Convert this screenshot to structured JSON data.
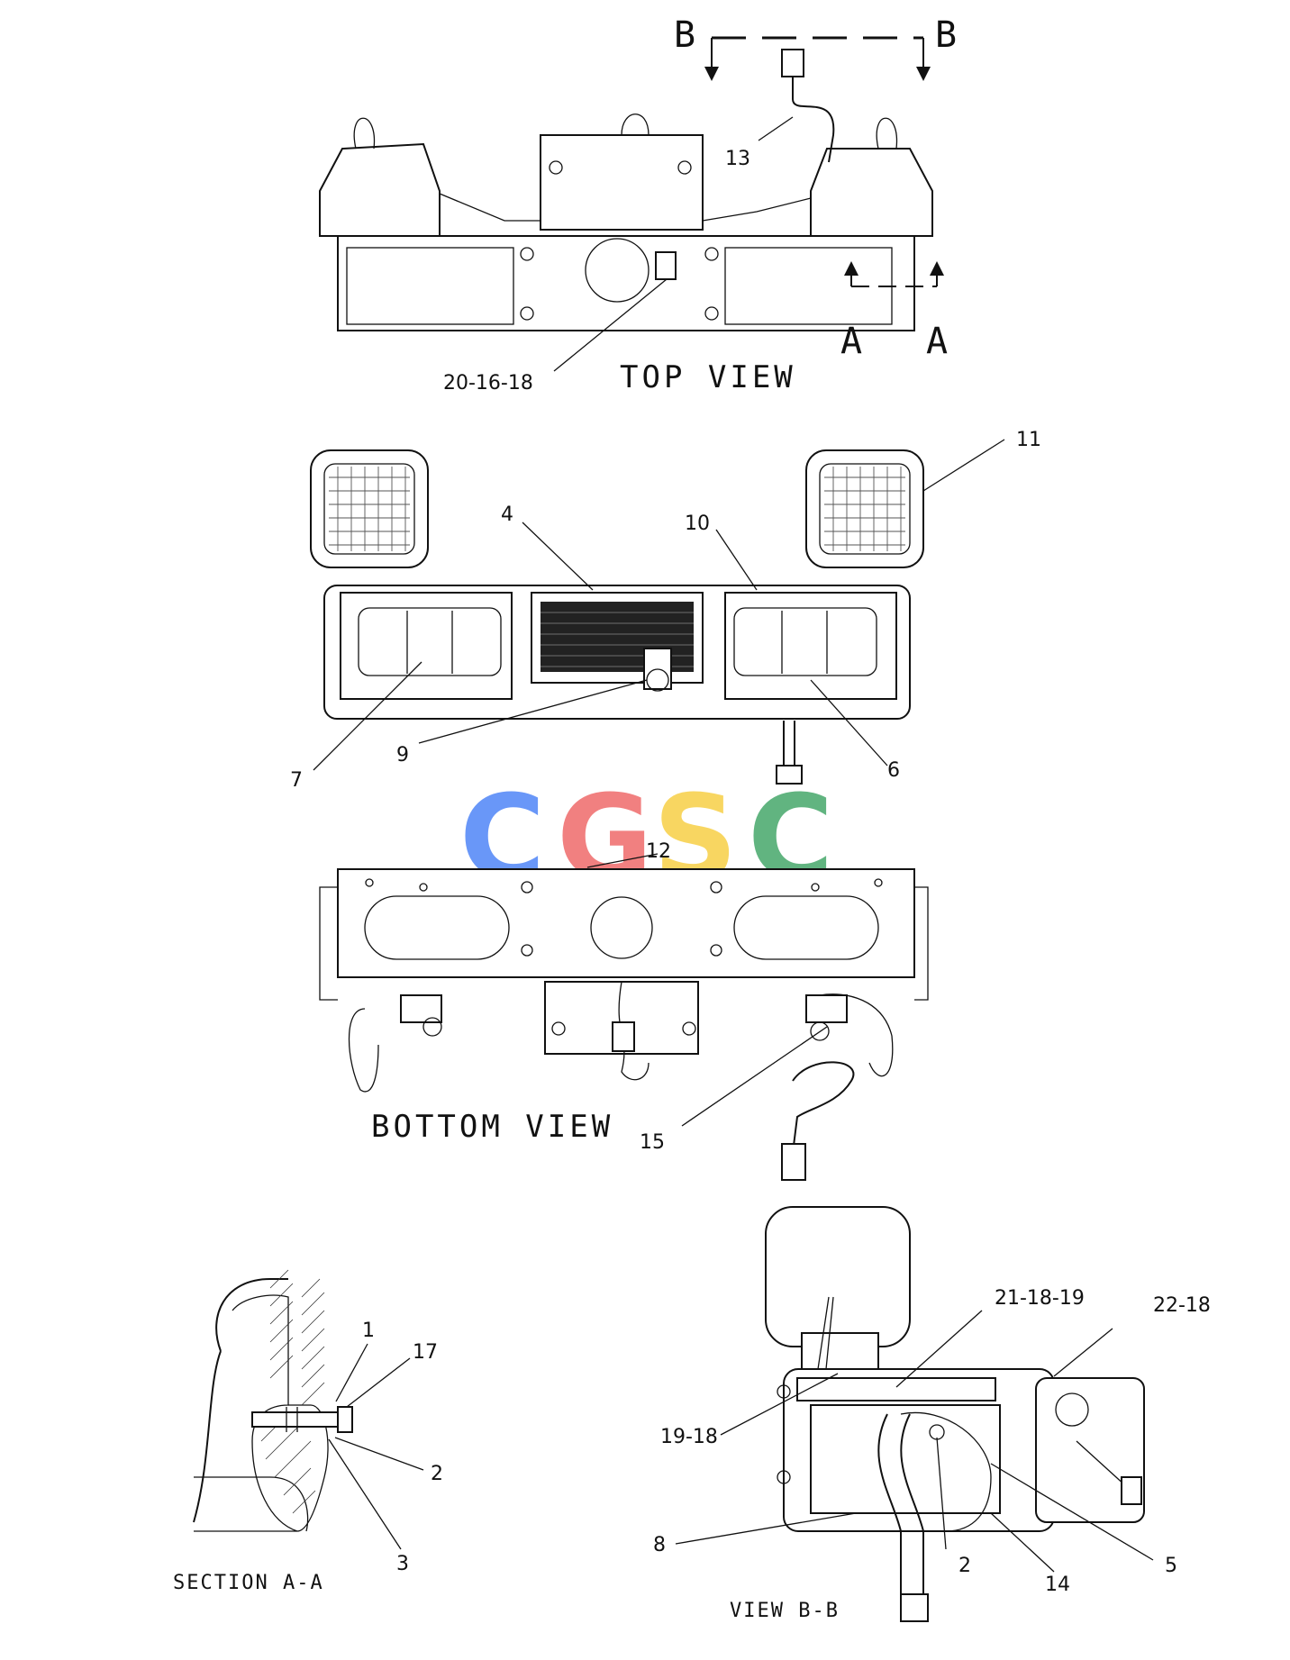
{
  "views": {
    "top": "TOP VIEW",
    "bottom": "BOTTOM VIEW",
    "section_aa": "SECTION A-A",
    "view_bb": "VIEW B-B"
  },
  "section_markers": {
    "b_left": "B",
    "b_right": "B",
    "a_left": "A",
    "a_right": "A"
  },
  "callouts": {
    "c13": "13",
    "c20_16_18": "20-16-18",
    "c11": "11",
    "c4": "4",
    "c10": "10",
    "c7": "7",
    "c9": "9",
    "c6": "6",
    "c12": "12",
    "c15": "15",
    "c1": "1",
    "c17": "17",
    "c2_sec": "2",
    "c3": "3",
    "c21_18_19": "21-18-19",
    "c22_18": "22-18",
    "c19_18": "19-18",
    "c8": "8",
    "c2_view": "2",
    "c14": "14",
    "c5": "5"
  },
  "watermark": {
    "letters": [
      "C",
      "G",
      "S",
      "C"
    ],
    "colors": [
      "#4f86f7",
      "#ef6b6b",
      "#f7d046",
      "#46a86b"
    ]
  }
}
